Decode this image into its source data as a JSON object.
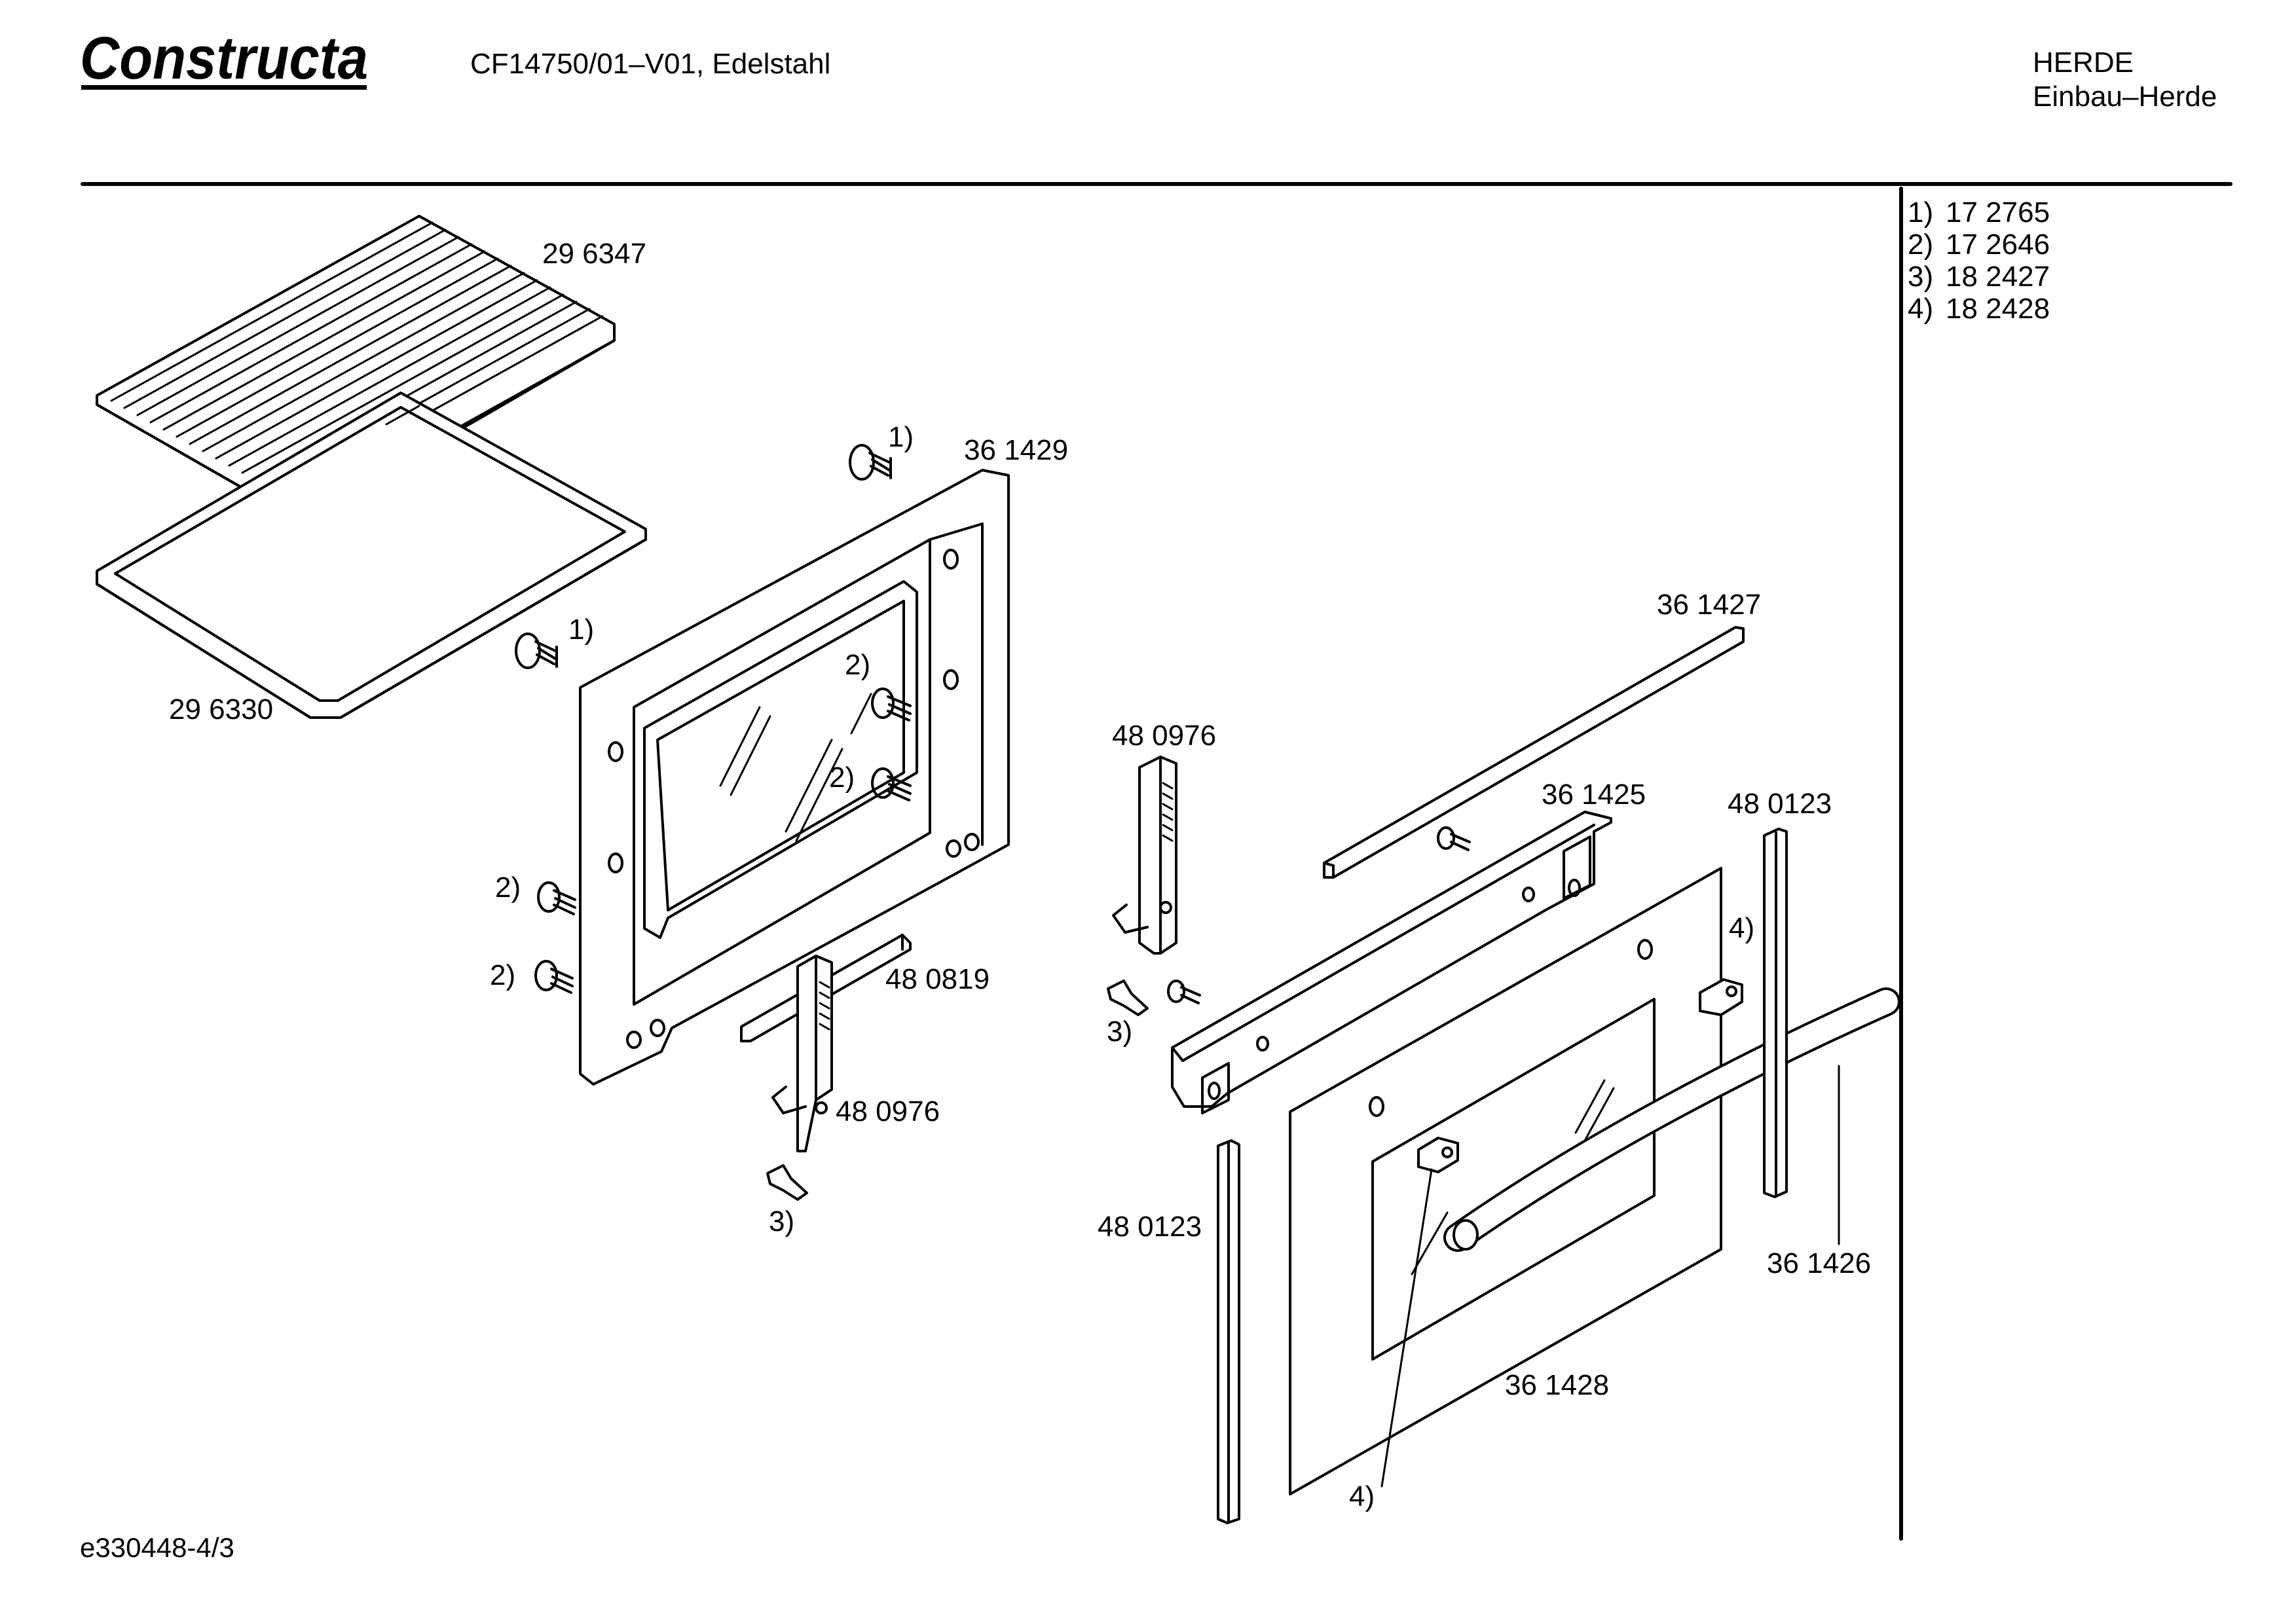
{
  "header": {
    "brand": "Constructa",
    "model": "CF14750/01–V01, Edelstahl",
    "category": "HERDE",
    "subcategory": "Einbau–Herde"
  },
  "legend": [
    {
      "key": "1)",
      "value": "17 2765"
    },
    {
      "key": "2)",
      "value": "17 2646"
    },
    {
      "key": "3)",
      "value": "18 2427"
    },
    {
      "key": "4)",
      "value": "18 2428"
    }
  ],
  "callouts": {
    "grill_rack": "29 6347",
    "baking_tray": "29 6330",
    "door_inner_frame": "36 1429",
    "top_strip": "36 1427",
    "door_top_profile": "36 1425",
    "hinge_upper": "48 0976",
    "hinge_lower": "48 0976",
    "seal_strip_center": "48 0819",
    "side_strip_left": "48 0123",
    "side_strip_right": "48 0123",
    "handle": "36 1426",
    "outer_door_glass": "36 1428",
    "ref_screw_a": "1)",
    "ref_screw_b": "1)",
    "ref_screw_c": "2)",
    "ref_screw_d": "2)",
    "ref_screw_e": "2)",
    "ref_screw_f": "2)",
    "ref_clip_a": "3)",
    "ref_clip_b": "3)",
    "ref_bracket_a": "4)",
    "ref_bracket_b": "4)"
  },
  "footer": {
    "drawing_id": "e330448-4/3"
  }
}
